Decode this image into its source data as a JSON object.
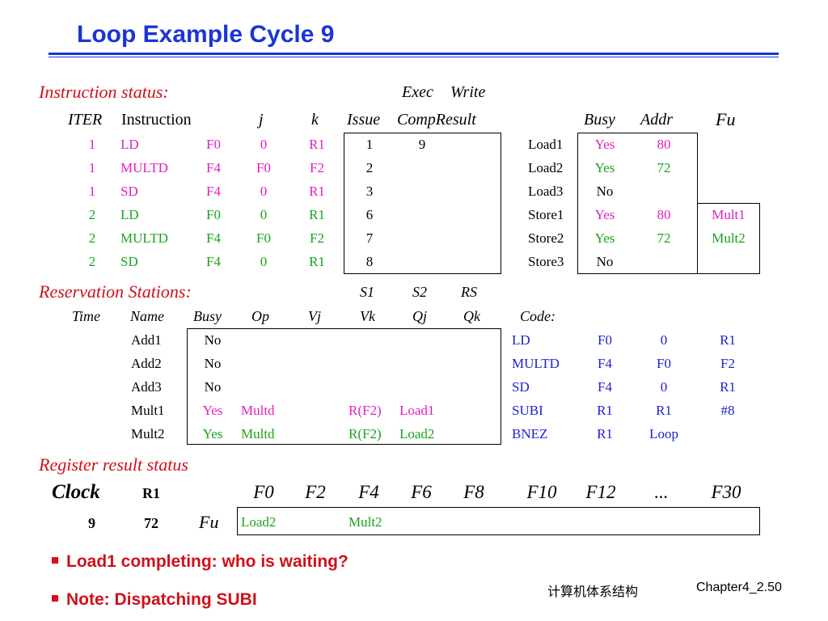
{
  "title": "Loop Example Cycle 9",
  "instr": {
    "section": "Instruction status:",
    "exec": "Exec",
    "write": "Write",
    "h_iter": "ITER",
    "h_instr": "Instruction",
    "h_j": "j",
    "h_k": "k",
    "h_issue": "Issue",
    "h_comp": "CompResult",
    "rows": [
      {
        "iter": "1",
        "op": "LD",
        "dest": "F0",
        "j": "0",
        "k": "R1",
        "issue": "1",
        "comp": "9",
        "write": ""
      },
      {
        "iter": "1",
        "op": "MULTD",
        "dest": "F4",
        "j": "F0",
        "k": "F2",
        "issue": "2",
        "comp": "",
        "write": ""
      },
      {
        "iter": "1",
        "op": "SD",
        "dest": "F4",
        "j": "0",
        "k": "R1",
        "issue": "3",
        "comp": "",
        "write": ""
      },
      {
        "iter": "2",
        "op": "LD",
        "dest": "F0",
        "j": "0",
        "k": "R1",
        "issue": "6",
        "comp": "",
        "write": ""
      },
      {
        "iter": "2",
        "op": "MULTD",
        "dest": "F4",
        "j": "F0",
        "k": "F2",
        "issue": "7",
        "comp": "",
        "write": ""
      },
      {
        "iter": "2",
        "op": "SD",
        "dest": "F4",
        "j": "0",
        "k": "R1",
        "issue": "8",
        "comp": "",
        "write": ""
      }
    ]
  },
  "buffers": {
    "h_busy": "Busy",
    "h_addr": "Addr",
    "h_fu": "Fu",
    "rows": [
      {
        "name": "Load1",
        "busy": "Yes",
        "addr": "80",
        "fu": "",
        "color": "#e020c0"
      },
      {
        "name": "Load2",
        "busy": "Yes",
        "addr": "72",
        "fu": "",
        "color": "#1aa31a"
      },
      {
        "name": "Load3",
        "busy": "No",
        "addr": "",
        "fu": "",
        "color": "#000000"
      },
      {
        "name": "Store1",
        "busy": "Yes",
        "addr": "80",
        "fu": "Mult1",
        "color": "#e020c0"
      },
      {
        "name": "Store2",
        "busy": "Yes",
        "addr": "72",
        "fu": "Mult2",
        "color": "#1aa31a"
      },
      {
        "name": "Store3",
        "busy": "No",
        "addr": "",
        "fu": "",
        "color": "#000000"
      }
    ]
  },
  "rs": {
    "section": "Reservation Stations:",
    "s1": "S1",
    "s2": "S2",
    "rs_label": "RS",
    "h_time": "Time",
    "h_name": "Name",
    "h_busy": "Busy",
    "h_op": "Op",
    "h_vj": "Vj",
    "h_vk": "Vk",
    "h_qj": "Qj",
    "h_qk": "Qk",
    "h_code": "Code:",
    "rows": [
      {
        "name": "Add1",
        "busy": "No",
        "op": "",
        "vj": "",
        "vk": "",
        "qj": "",
        "qk": "",
        "color": "#000000"
      },
      {
        "name": "Add2",
        "busy": "No",
        "op": "",
        "vj": "",
        "vk": "",
        "qj": "",
        "qk": "",
        "color": "#000000"
      },
      {
        "name": "Add3",
        "busy": "No",
        "op": "",
        "vj": "",
        "vk": "",
        "qj": "",
        "qk": "",
        "color": "#000000"
      },
      {
        "name": "Mult1",
        "busy": "Yes",
        "op": "Multd",
        "vj": "",
        "vk": "R(F2)",
        "qj": "Load1",
        "qk": "",
        "color": "#e020c0"
      },
      {
        "name": "Mult2",
        "busy": "Yes",
        "op": "Multd",
        "vj": "",
        "vk": "R(F2)",
        "qj": "Load2",
        "qk": "",
        "color": "#1aa31a"
      }
    ],
    "code": [
      [
        "LD",
        "F0",
        "0",
        "R1"
      ],
      [
        "MULTD",
        "F4",
        "F0",
        "F2"
      ],
      [
        "SD",
        "F4",
        "0",
        "R1"
      ],
      [
        "SUBI",
        "R1",
        "R1",
        "#8"
      ],
      [
        "BNEZ",
        "R1",
        "Loop",
        ""
      ]
    ]
  },
  "reg": {
    "section": "Register result status",
    "clock_label": "Clock",
    "r1_label": "R1",
    "clock": "9",
    "r1": "72",
    "fu_label": "Fu",
    "registers": [
      "F0",
      "F2",
      "F4",
      "F6",
      "F8",
      "F10",
      "F12",
      "...",
      "F30"
    ],
    "values": [
      "Load2",
      "",
      "Mult2",
      "",
      "",
      "",
      "",
      "",
      ""
    ]
  },
  "bullets": [
    "Load1 completing: who is waiting?",
    "Note: Dispatching SUBI"
  ],
  "footer": {
    "course": "计算机体系结构",
    "page": "Chapter4_2.50"
  },
  "colors": {
    "title": "#1a35d6",
    "section": "#d0101a",
    "iter1": "#e020c0",
    "iter2": "#1aa31a",
    "code": "#2020d0"
  }
}
